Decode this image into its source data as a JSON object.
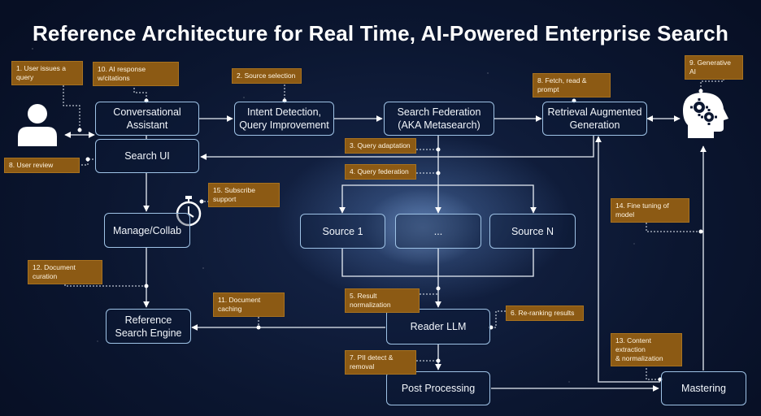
{
  "title": "Reference Architecture for Real Time, AI-Powered Enterprise Search",
  "boxes": {
    "conversational": "Conversational\nAssistant",
    "intent": "Intent Detection,\nQuery Improvement",
    "federation": "Search Federation\n(AKA Metasearch)",
    "rag": "Retrieval Augmented\nGeneration",
    "search_ui": "Search UI",
    "manage": "Manage/Collab",
    "source1": "Source 1",
    "sources_mid": "...",
    "sourceN": "Source N",
    "reference": "Reference\nSearch Engine",
    "reader": "Reader LLM",
    "post": "Post Processing",
    "mastering": "Mastering"
  },
  "tags": {
    "t1": "1. User issues a query",
    "t10": "10. AI response w/citations",
    "t2": "2. Source selection",
    "t8": "8. Fetch, read & prompt",
    "t9": "9. Generative AI",
    "t3": "3. Query adaptation",
    "t8b": "8. User review",
    "t4": "4. Query federation",
    "t15": "15. Subscribe support",
    "t14": "14. Fine tuning of model",
    "t12": "12. Document curation",
    "t5": "5. Result normalization",
    "t11": "11. Document caching",
    "t6": "6. Re-ranking results",
    "t7": "7. PII detect & removal",
    "t13": "13. Content extraction\n& normalization"
  },
  "icons": [
    "user-icon",
    "stopwatch-icon",
    "ai-head-icon"
  ],
  "colors": {
    "box_border": "#9fc3e6",
    "tag_bg": "#8c5a14",
    "background": "#0b1630"
  }
}
